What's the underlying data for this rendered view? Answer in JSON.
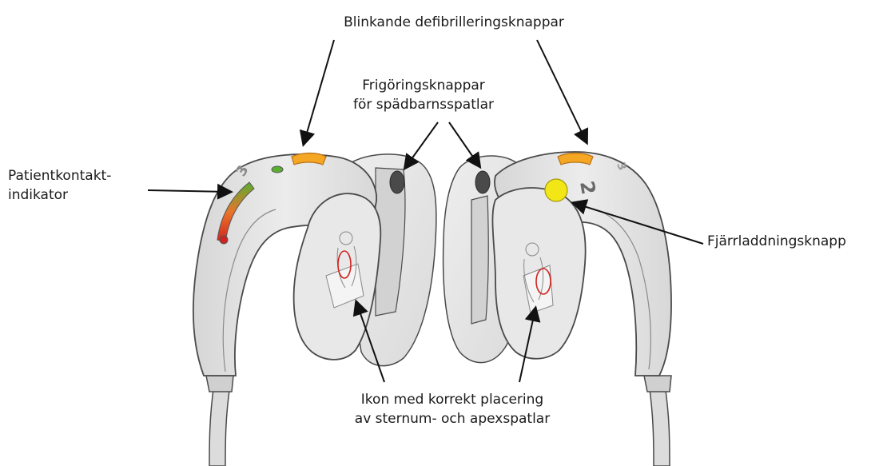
{
  "labels": {
    "blinking_buttons": "Blinkande defibrilleringsknappar",
    "release_line1": "Frigöringsknappar",
    "release_line2": "för spädbarnsspatlar",
    "patient_contact_line1": "Patientkontakt-",
    "patient_contact_line2": "indikator",
    "remote_charge": "Fjärrladdningsknapp",
    "icon_line1": "Ikon med korrekt placering",
    "icon_line2": "av sternum- och apexspatlar"
  },
  "paddle_numbers": {
    "left_main": "3",
    "right_main": "2",
    "right_top": "3"
  },
  "colors": {
    "paddle_body": "#e4e4e4",
    "outline": "#4a4a4a",
    "defib_button": "#f5a623",
    "charge_button": "#f2e617",
    "indicator_green": "#5aae32",
    "indicator_orange": "#e9742a",
    "indicator_red": "#d0231f",
    "icon_circle": "#d0231f"
  }
}
